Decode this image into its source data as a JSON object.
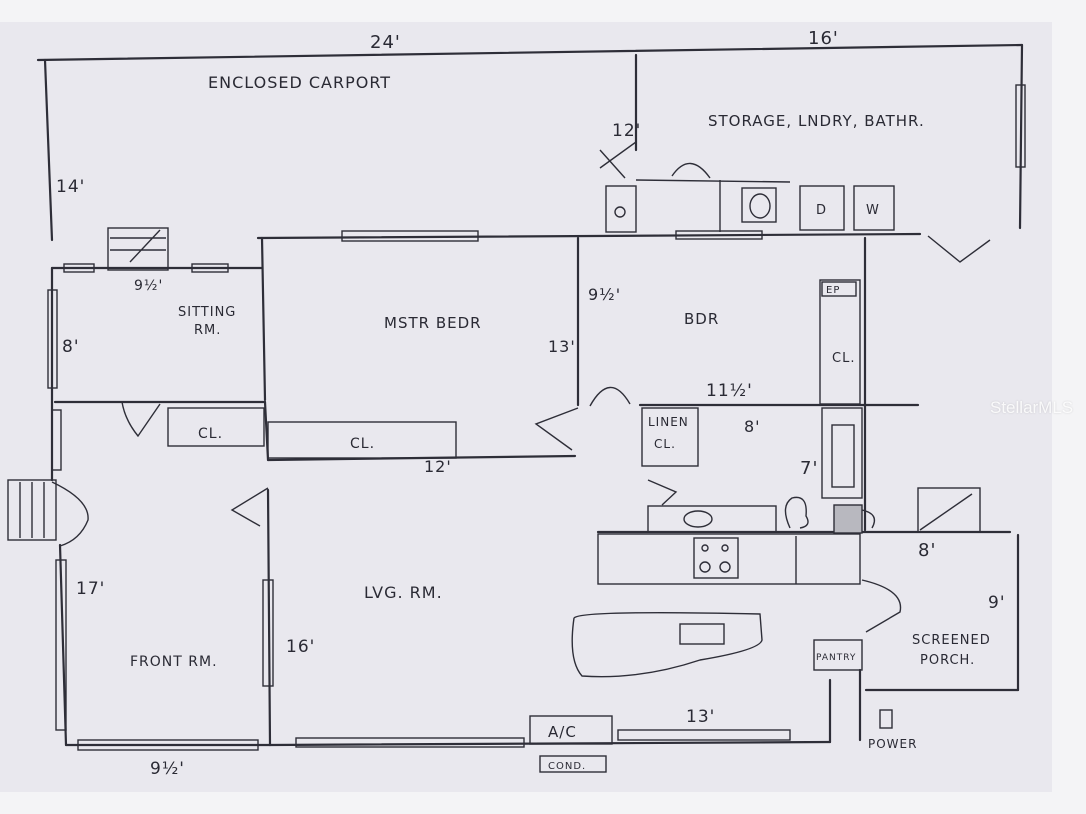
{
  "watermark": "StellarMLS",
  "rooms": {
    "carport": "ENCLOSED CARPORT",
    "storage": "STORAGE, LNDRY, BATHR.",
    "sitting": "SITTING",
    "sitting2": "RM.",
    "master": "MSTR BEDR",
    "bedroom": "BDR",
    "closet1": "CL.",
    "closet2": "CL.",
    "closet3": "CL.",
    "linen": "LINEN",
    "linen2": "CL.",
    "ep": "EP",
    "living": "LVG. RM.",
    "front": "FRONT RM.",
    "porch": "SCREENED",
    "porch2": "PORCH.",
    "pantry": "PANTRY",
    "ac": "A/C",
    "cond": "COND.",
    "power": "POWER",
    "dryer": "D",
    "washer": "W"
  },
  "dims": {
    "d24": "24'",
    "d16": "16'",
    "d12a": "12'",
    "d14": "14'",
    "d9half_a": "9½'",
    "d8a": "8'",
    "d9half_b": "9½'",
    "d13a": "13'",
    "d11half": "11½'",
    "d8b": "8'",
    "d12b": "12'",
    "d7": "7'",
    "d8c": "8'",
    "d9": "9'",
    "d17": "17'",
    "d16b": "16'",
    "d13b": "13'",
    "d9half_c": "9½'"
  }
}
